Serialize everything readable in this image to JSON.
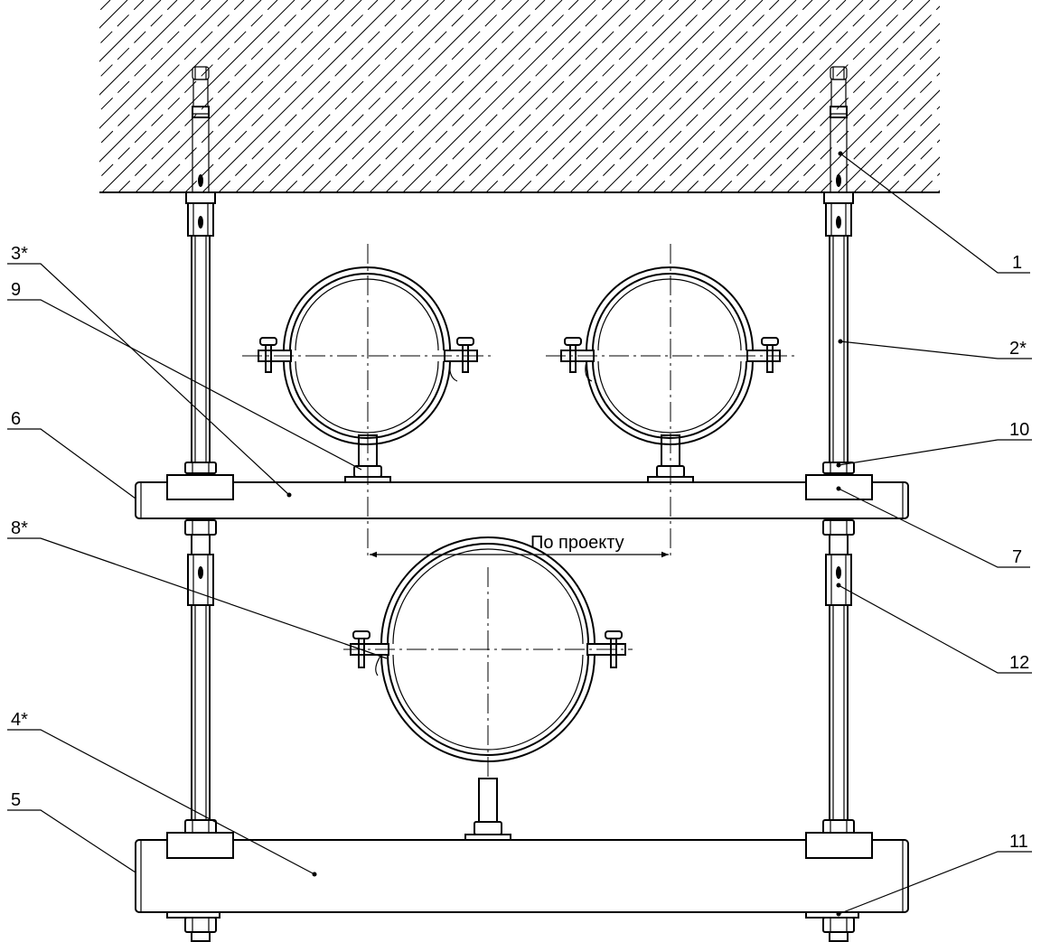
{
  "labels": {
    "p1": "1",
    "p2": "2*",
    "p3": "3*",
    "p4": "4*",
    "p5": "5",
    "p6": "6",
    "p7": "7",
    "p8": "8*",
    "p9": "9",
    "p10": "10",
    "p11": "11",
    "p12": "12"
  },
  "dimension": {
    "text": "По проекту"
  },
  "colors": {
    "ink": "#000000",
    "background": "#ffffff"
  }
}
